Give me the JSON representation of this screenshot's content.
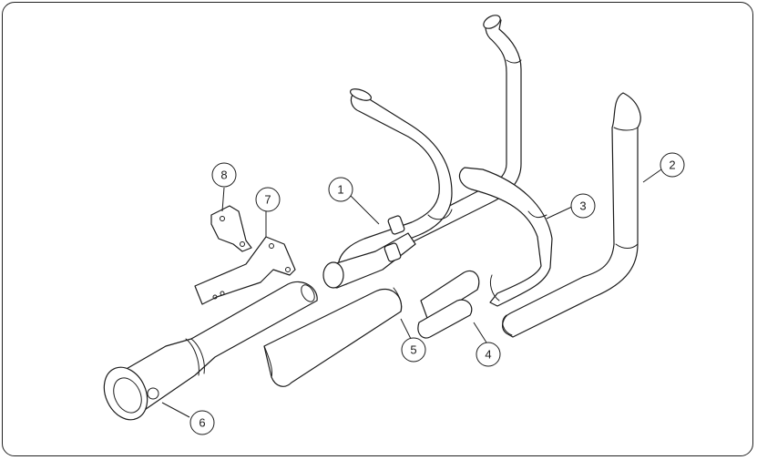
{
  "diagram": {
    "callouts": [
      {
        "id": "callout-1",
        "label": "1"
      },
      {
        "id": "callout-2",
        "label": "2"
      },
      {
        "id": "callout-3",
        "label": "3"
      },
      {
        "id": "callout-4",
        "label": "4"
      },
      {
        "id": "callout-5",
        "label": "5"
      },
      {
        "id": "callout-6",
        "label": "6"
      },
      {
        "id": "callout-7",
        "label": "7"
      },
      {
        "id": "callout-8",
        "label": "8"
      }
    ]
  },
  "colors": {
    "line": "#1c1c1c",
    "background": "#ffffff"
  }
}
